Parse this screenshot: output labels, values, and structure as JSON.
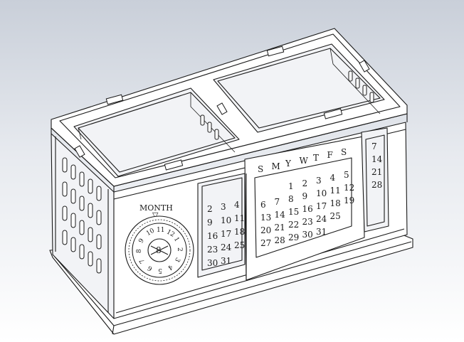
{
  "model": {
    "month_label": "MONTH",
    "month_marker": "▽",
    "weekdays": [
      "S",
      "M",
      "Y",
      "W",
      "T",
      "F",
      "S"
    ],
    "dial_numbers": [
      "10",
      "11",
      "12",
      "1",
      "2",
      "3",
      "4",
      "5",
      "6",
      "7",
      "8",
      "9"
    ],
    "dial_center_number": "8",
    "left_card_rows": [
      [
        "2",
        "3",
        "4"
      ],
      [
        "9",
        "10",
        "11"
      ],
      [
        "16",
        "17",
        "18"
      ],
      [
        "23",
        "24",
        "25"
      ],
      [
        "30",
        "31"
      ]
    ],
    "center_card_rows": [
      [
        "",
        "",
        "1",
        "2",
        "3",
        "4",
        "5"
      ],
      [
        "6",
        "7",
        "8",
        "9",
        "10",
        "11",
        "12"
      ],
      [
        "13",
        "14",
        "15",
        "16",
        "17",
        "18",
        "19"
      ],
      [
        "20",
        "21",
        "22",
        "23",
        "24",
        "25",
        ""
      ],
      [
        "27",
        "28",
        "29",
        "30",
        "31",
        "",
        ""
      ]
    ],
    "right_card_rows": [
      [
        "7"
      ],
      [
        "14"
      ],
      [
        "21"
      ],
      [
        "28"
      ]
    ]
  }
}
